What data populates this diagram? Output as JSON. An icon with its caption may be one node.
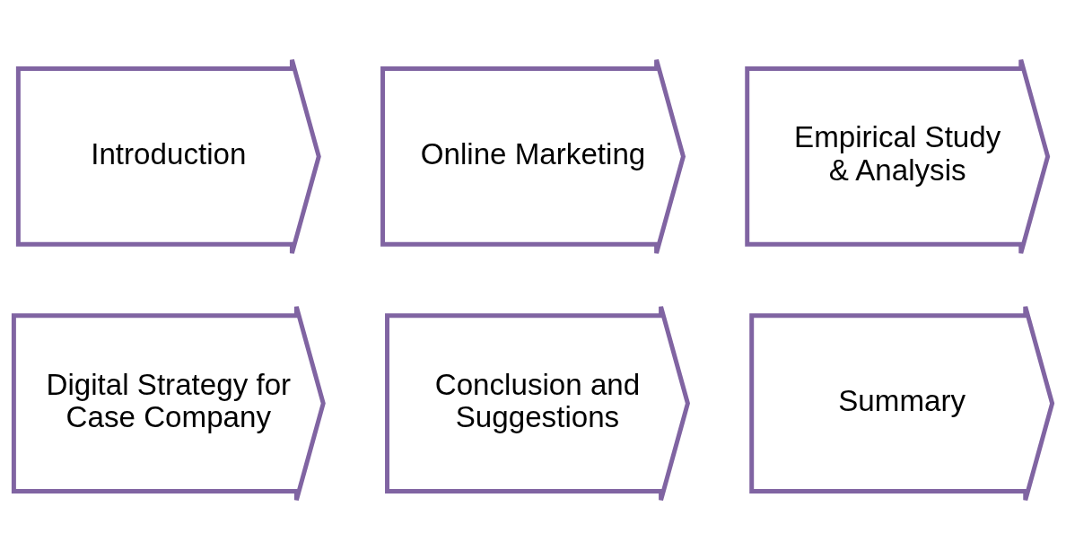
{
  "diagram": {
    "nodes": [
      {
        "text": [
          "Introduction"
        ]
      },
      {
        "text": [
          "Online Marketing"
        ]
      },
      {
        "text": [
          "Empirical Study & Analysis"
        ]
      },
      {
        "text": [
          "Digital Strategy for Case Company"
        ]
      },
      {
        "text": [
          "Conclusion and Suggestions"
        ]
      },
      {
        "text": [
          "Summary"
        ]
      }
    ]
  }
}
